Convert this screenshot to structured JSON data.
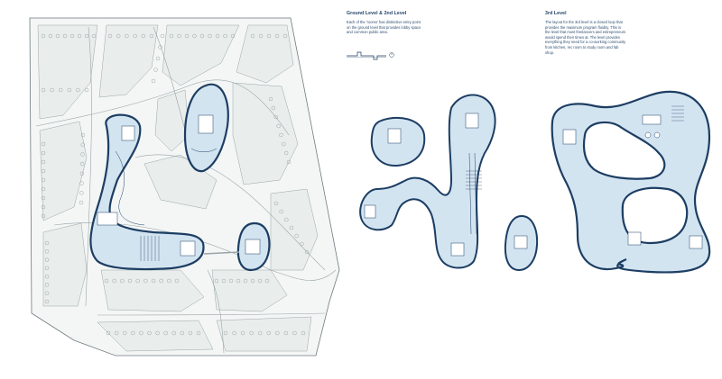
{
  "sections": [
    {
      "title": "Ground Level & 2nd Level",
      "body": "Each of the 'rooms' has distinctive entry point on the ground level that provides lobby space and common public area."
    },
    {
      "title": "3rd Level",
      "body": "The layout for the 3rd level is a closed loop that provides the maximum program fluidity. This is the level that most freelancers and entrepreneurs would spend their times at. The level provides everything they need for a co-working community from kitchen, rec room to study room and fab shop."
    }
  ],
  "colors": {
    "floor_fill": "#d3e4f1",
    "floor_outline": "#1d3e63",
    "site_fill": "#f1f5f4",
    "line": "#8f9aa0"
  }
}
